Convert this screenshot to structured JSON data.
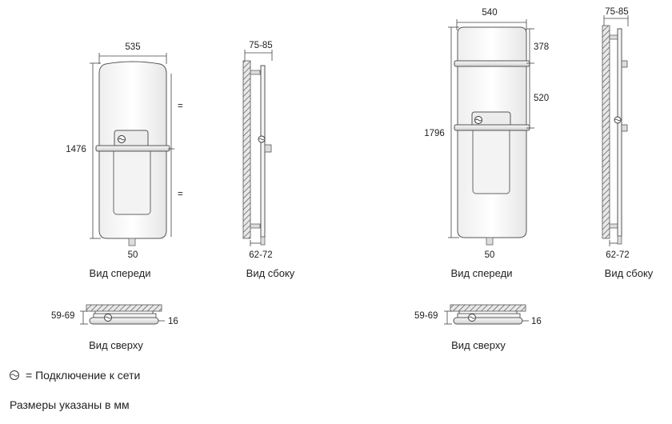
{
  "left_model": {
    "front": {
      "width": "535",
      "height": "1476",
      "equal_top": "=",
      "equal_bottom": "=",
      "pipe": "50",
      "caption": "Вид спереди"
    },
    "side": {
      "depth": "75-85",
      "pipe": "62-72",
      "caption": "Вид сбоку"
    },
    "top": {
      "depth": "59-69",
      "bar": "16",
      "caption": "Вид сверху"
    }
  },
  "right_model": {
    "front": {
      "width": "540",
      "height": "1796",
      "upper": "378",
      "middle": "520",
      "pipe": "50",
      "caption": "Вид спереди"
    },
    "side": {
      "depth": "75-85",
      "pipe": "62-72",
      "caption": "Вид сбоку"
    },
    "top": {
      "depth": "59-69",
      "bar": "16",
      "caption": "Вид сверху"
    }
  },
  "legend": {
    "power_symbol_icon": "power-connection-icon",
    "power_text": "= Подключение к сети",
    "units_note": "Размеры указаны в мм"
  }
}
